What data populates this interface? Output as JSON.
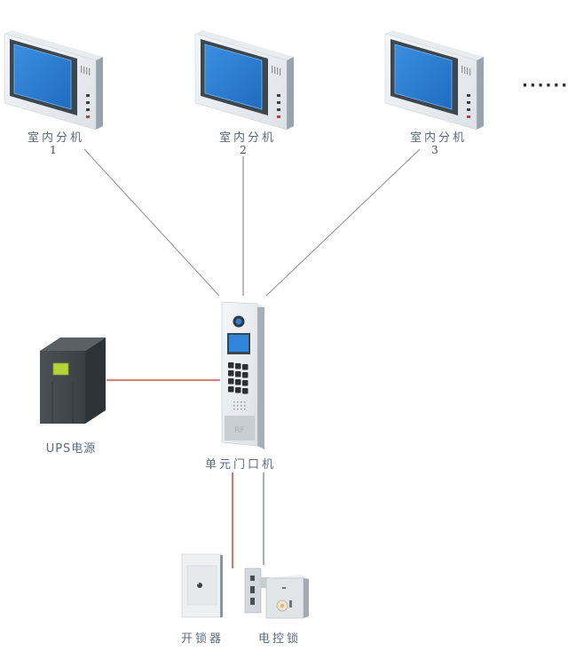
{
  "diagram": {
    "title": "",
    "indoor_units": [
      {
        "label": "室内分机",
        "number": "1"
      },
      {
        "label": "室内分机",
        "number": "2"
      },
      {
        "label": "室内分机",
        "number": "3"
      }
    ],
    "more_indicator": "·······",
    "door_station": {
      "label": "单元门口机",
      "keypad_keys": [
        "1",
        "2",
        "3",
        "4",
        "5",
        "6",
        "7",
        "8",
        "9",
        "*",
        "0",
        "#"
      ]
    },
    "ups": {
      "label": "UPS电源"
    },
    "unlock_button": {
      "label": "开锁器"
    },
    "electric_lock": {
      "label": "电控锁"
    },
    "connections": [
      {
        "from": "室内分机 1",
        "to": "单元门口机",
        "color": "#8a8a8a"
      },
      {
        "from": "室内分机 2",
        "to": "单元门口机",
        "color": "#8a8a8a"
      },
      {
        "from": "室内分机 3",
        "to": "单元门口机",
        "color": "#8a8a8a"
      },
      {
        "from": "UPS电源",
        "to": "单元门口机",
        "color": "#c0392b"
      },
      {
        "from": "单元门口机",
        "to": "开锁器",
        "color": "#c0392b"
      },
      {
        "from": "单元门口机",
        "to": "电控锁",
        "color": "#7f8a99"
      }
    ],
    "colors": {
      "screen_blue": "#2b7fd4",
      "bezel_dark": "#3d4750",
      "ups_body": "#3f4549",
      "ups_display": "#b6d43a",
      "signal_line": "#8a8a8a",
      "power_line": "#c0392b"
    }
  }
}
